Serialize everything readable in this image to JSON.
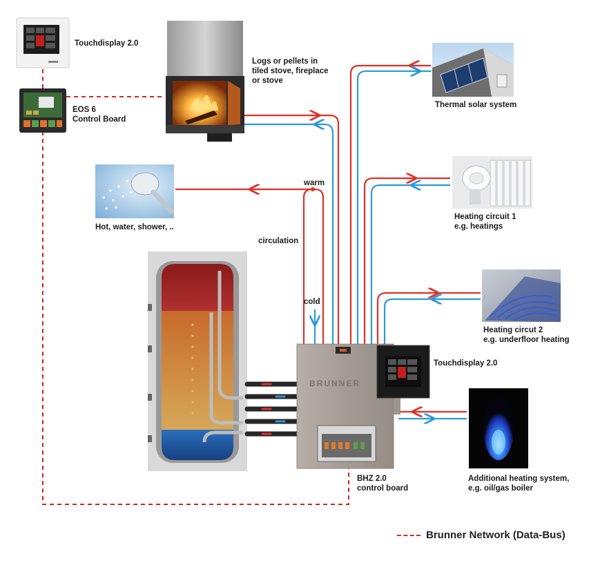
{
  "labels": {
    "touchdisplay_top": "Touchdisplay 2.0",
    "eos_line1": "EOS 6",
    "eos_line2": "Control Board",
    "stove_line1": "Logs or pellets in",
    "stove_line2": "tiled stove, fireplace",
    "stove_line3": "or stove",
    "solar": "Thermal solar system",
    "shower": "Hot, water, shower, ..",
    "warm": "warm",
    "circulation": "circulation",
    "cold": "cold",
    "hc1_line1": "Heating circuit 1",
    "hc1_line2": "e.g. heatings",
    "hc2_line1": "Heating circut 2",
    "hc2_line2": "e.g. underfloor heating",
    "touchdisplay_unit": "Touchdisplay 2.0",
    "bhz_line1": "BHZ 2.0",
    "bhz_line2": "control board",
    "boiler_line1": "Additional heating system,",
    "boiler_line2": "e.g. oil/gas boiler",
    "unit_brand": "BRUNNER",
    "legend": "Brunner Network (Data-Bus)"
  },
  "colors": {
    "hot_pipe": "#e0302a",
    "cold_pipe": "#2c9ad6",
    "data_bus": "#d9231f",
    "tank_hot": "#9e2222",
    "tank_mid": "#c98a3c",
    "tank_cold": "#1f5fa8",
    "unit_body": "#a8a09a"
  },
  "icons": {
    "touchdisplay_top": "touch-display-icon",
    "eos_board": "control-board-icon",
    "stove": "fireplace-icon",
    "solar": "solar-panel-icon",
    "shower": "shower-icon",
    "hc1": "radiator-icon",
    "hc2": "underfloor-heating-icon",
    "boiler": "gas-flame-icon",
    "tank": "storage-tank-icon",
    "unit": "brunner-unit-icon"
  }
}
